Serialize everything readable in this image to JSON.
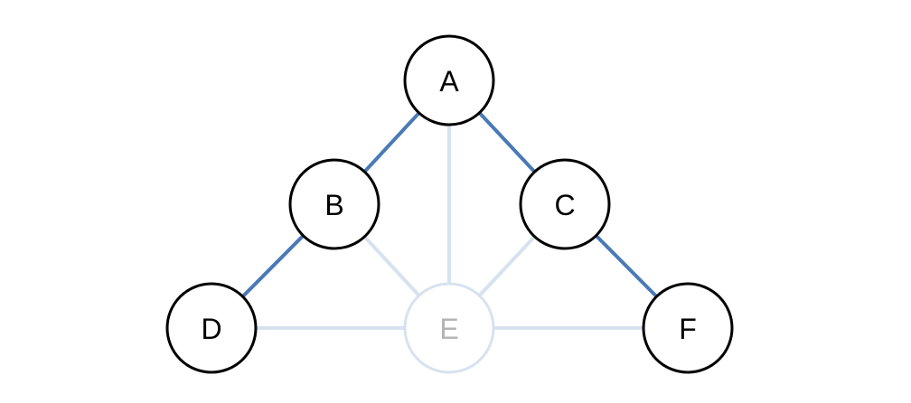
{
  "colors": {
    "background": "#ffffff",
    "active_edge": "#4a7ab5",
    "faded_edge": "#d7e2ef",
    "node_stroke": "#000000",
    "node_fill": "#ffffff",
    "faded_node_stroke": "#d7e2ef",
    "faded_label": "#b4b4b4",
    "label": "#000000"
  },
  "nodes": [
    {
      "id": "A",
      "label": "A",
      "faded": false
    },
    {
      "id": "B",
      "label": "B",
      "faded": false
    },
    {
      "id": "C",
      "label": "C",
      "faded": false
    },
    {
      "id": "D",
      "label": "D",
      "faded": false
    },
    {
      "id": "E",
      "label": "E",
      "faded": true
    },
    {
      "id": "F",
      "label": "F",
      "faded": false
    }
  ],
  "edges": [
    {
      "from": "A",
      "to": "B",
      "highlighted": true
    },
    {
      "from": "A",
      "to": "C",
      "highlighted": true
    },
    {
      "from": "B",
      "to": "D",
      "highlighted": true
    },
    {
      "from": "C",
      "to": "F",
      "highlighted": true
    },
    {
      "from": "A",
      "to": "E",
      "highlighted": false
    },
    {
      "from": "B",
      "to": "E",
      "highlighted": false
    },
    {
      "from": "C",
      "to": "E",
      "highlighted": false
    },
    {
      "from": "D",
      "to": "E",
      "highlighted": false
    },
    {
      "from": "E",
      "to": "F",
      "highlighted": false
    }
  ]
}
